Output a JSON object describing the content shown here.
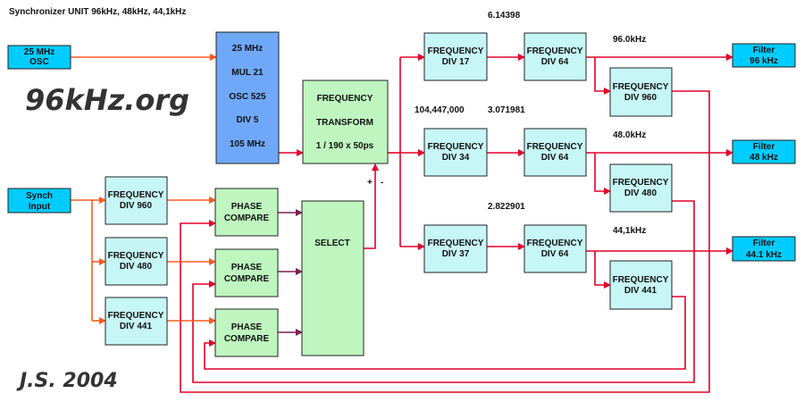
{
  "title": "Synchronizer UNIT 96kHz, 48kHz, 44,1kHz",
  "logo": "96kHz.org",
  "signature": "J.S. 2004",
  "colors": {
    "blue": "#00ccff",
    "lavender": "#6fa8f8",
    "green": "#bff5bf",
    "teal": "#c6f6f5",
    "signal": "#e3002a",
    "osc_line": "#ff5a1e"
  },
  "osc": {
    "line1": "25 MHz",
    "line2": "OSC"
  },
  "synch": {
    "line1": "Synch",
    "line2": "Input"
  },
  "pll": {
    "l1": "25 MHz",
    "l2": "MUL 21",
    "l3": "OSC 525",
    "l4": "DIV 5",
    "l5": "105 MHz"
  },
  "transform": {
    "l1": "FREQUENCY",
    "l2": "TRANSFORM",
    "l3": "1 / 190 x 50ps"
  },
  "select": {
    "label": "SELECT"
  },
  "plusminus": {
    "plus": "+",
    "minus": "-"
  },
  "input_divs": [
    {
      "l1": "FREQUENCY",
      "l2": "DIV 960"
    },
    {
      "l1": "FREQUENCY",
      "l2": "DIV 480"
    },
    {
      "l1": "FREQUENCY",
      "l2": "DIV 441"
    }
  ],
  "phase": [
    {
      "l1": "PHASE",
      "l2": "COMPARE"
    },
    {
      "l1": "PHASE",
      "l2": "COMPARE"
    },
    {
      "l1": "PHASE",
      "l2": "COMPARE"
    }
  ],
  "stage1": [
    {
      "l1": "FREQUENCY",
      "l2": "DIV 17"
    },
    {
      "l1": "FREQUENCY",
      "l2": "DIV 34"
    },
    {
      "l1": "FREQUENCY",
      "l2": "DIV 37"
    }
  ],
  "stage2": [
    {
      "l1": "FREQUENCY",
      "l2": "DIV 64"
    },
    {
      "l1": "FREQUENCY",
      "l2": "DIV 64"
    },
    {
      "l1": "FREQUENCY",
      "l2": "DIV 64"
    }
  ],
  "out_divs": [
    {
      "l1": "FREQUENCY",
      "l2": "DIV 960"
    },
    {
      "l1": "FREQUENCY",
      "l2": "DIV 480"
    },
    {
      "l1": "FREQUENCY",
      "l2": "DIV 441"
    }
  ],
  "filters": [
    {
      "l1": "Filter",
      "l2": "96 kHz"
    },
    {
      "l1": "Filter",
      "l2": "48 kHz"
    },
    {
      "l1": "Filter",
      "l2": "44.1 kHz"
    }
  ],
  "labels": {
    "f1": "6.14398",
    "f2": "3.071981",
    "f3": "2.822901",
    "mid": "104,447,000",
    "o1": "96.0kHz",
    "o2": "48.0kHz",
    "o3": "44,1kHz"
  }
}
